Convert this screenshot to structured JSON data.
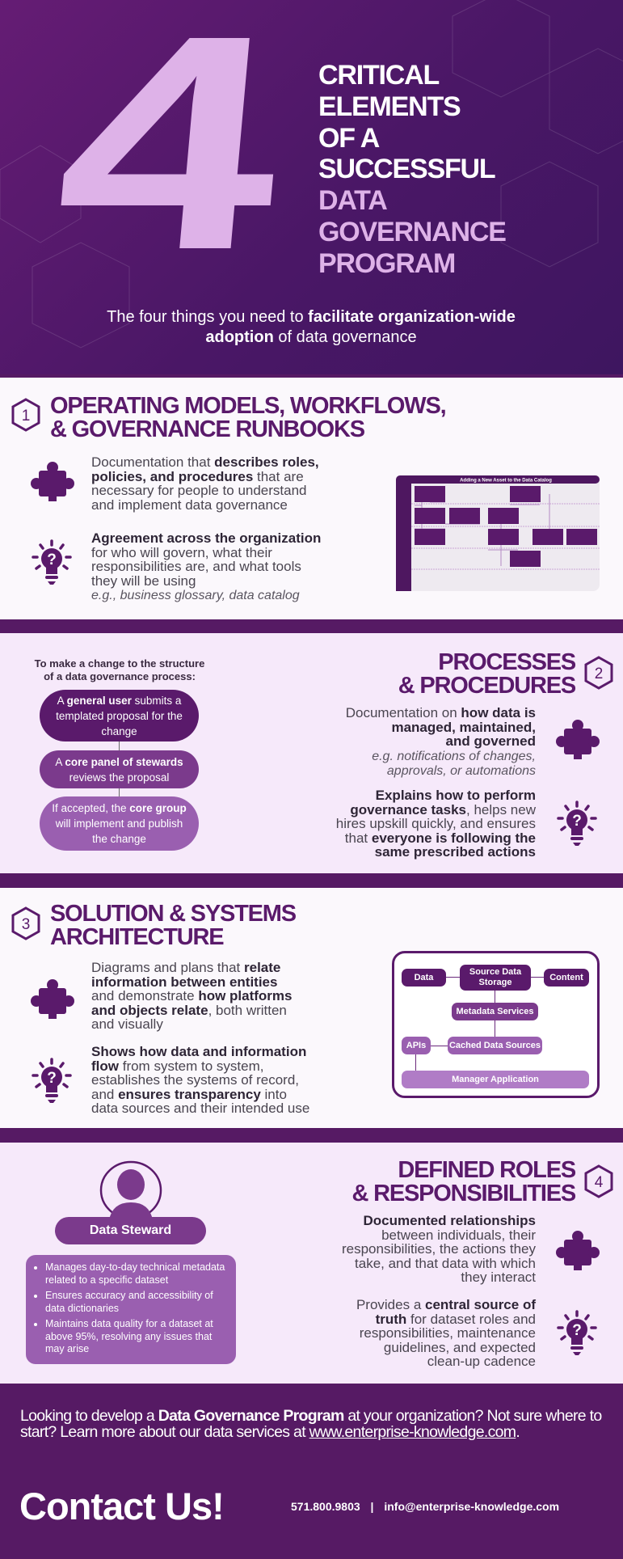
{
  "colors": {
    "brand_dark": "#5a1a6b",
    "brand_mid": "#7b3a8c",
    "brand_light": "#9a5fb0",
    "brand_pale": "#b07cc6",
    "lilac": "#deb2e8",
    "footer": "#561a64"
  },
  "header": {
    "big_number": "4",
    "title_white": [
      "CRITICAL",
      "ELEMENTS",
      "OF A",
      "SUCCESSFUL"
    ],
    "title_lilac": [
      "DATA",
      "GOVERNANCE",
      "PROGRAM"
    ],
    "subtitle": [
      [
        {
          "t": "The four things you need to "
        },
        {
          "t": "facilitate organization-wide",
          "b": true
        }
      ],
      [
        {
          "t": "adoption",
          "b": true
        },
        {
          "t": " of data governance"
        }
      ]
    ]
  },
  "sections": [
    {
      "number": "1",
      "title": [
        "OPERATING MODELS, WORKFLOWS,",
        "& GOVERNANCE RUNBOOKS"
      ],
      "block1": [
        [
          {
            "t": "Documentation that "
          },
          {
            "t": "describes roles,",
            "b": true
          }
        ],
        [
          {
            "t": "policies, and procedures",
            "b": true
          },
          {
            "t": " that are"
          }
        ],
        [
          {
            "t": "necessary for people to understand"
          }
        ],
        [
          {
            "t": "and implement data governance"
          }
        ]
      ],
      "block2": [
        [
          {
            "t": "Agreement across the organization",
            "b": true
          }
        ],
        [
          {
            "t": "for who will govern, what their"
          }
        ],
        [
          {
            "t": "responsibilities are, and what tools"
          }
        ],
        [
          {
            "t": "they will be using"
          }
        ],
        [
          {
            "t": "e.g., business glossary, data catalog",
            "i": true
          }
        ]
      ],
      "icons": [
        "puzzle-piece-icon",
        "lightbulb-question-icon"
      ],
      "diagram_title": "Adding a New Asset to the Data Catalog"
    },
    {
      "number": "2",
      "title": [
        "PROCESSES",
        "& PROCEDURES"
      ],
      "flow_caption": [
        "To make a change to the structure",
        "of a data governance process:"
      ],
      "flow_steps": [
        [
          {
            "t": "A "
          },
          {
            "t": "general user",
            "b": true
          },
          {
            "t": " submits a templated proposal for the change"
          }
        ],
        [
          {
            "t": "A "
          },
          {
            "t": "core panel of stewards",
            "b": true
          },
          {
            "t": " reviews the proposal"
          }
        ],
        [
          {
            "t": "If accepted, the "
          },
          {
            "t": "core group",
            "b": true
          },
          {
            "t": " will implement and publish the change"
          }
        ]
      ],
      "block1": [
        [
          {
            "t": "Documentation on "
          },
          {
            "t": "how data is",
            "b": true
          }
        ],
        [
          {
            "t": "managed, maintained,",
            "b": true
          }
        ],
        [
          {
            "t": "and governed",
            "b": true
          }
        ],
        [
          {
            "t": "e.g. notifications of changes,",
            "i": true
          }
        ],
        [
          {
            "t": "approvals, or automations",
            "i": true
          }
        ]
      ],
      "block2": [
        [
          {
            "t": "Explains how to perform",
            "b": true
          }
        ],
        [
          {
            "t": "governance tasks",
            "b": true
          },
          {
            "t": ", helps new"
          }
        ],
        [
          {
            "t": "hires upskill quickly, and ensures"
          }
        ],
        [
          {
            "t": "that "
          },
          {
            "t": "everyone is following the",
            "b": true
          }
        ],
        [
          {
            "t": "same prescribed actions",
            "b": true
          }
        ]
      ]
    },
    {
      "number": "3",
      "title": [
        "SOLUTION & SYSTEMS",
        "ARCHITECTURE"
      ],
      "block1": [
        [
          {
            "t": "Diagrams and plans that "
          },
          {
            "t": "relate",
            "b": true
          }
        ],
        [
          {
            "t": "information between entities",
            "b": true
          }
        ],
        [
          {
            "t": "and demonstrate "
          },
          {
            "t": "how platforms",
            "b": true
          }
        ],
        [
          {
            "t": "and objects relate",
            "b": true
          },
          {
            "t": ", both written"
          }
        ],
        [
          {
            "t": "and visually"
          }
        ]
      ],
      "block2": [
        [
          {
            "t": "Shows how data and information",
            "b": true
          }
        ],
        [
          {
            "t": "flow",
            "b": true
          },
          {
            "t": " from system to system,"
          }
        ],
        [
          {
            "t": "establishes the systems of record,"
          }
        ],
        [
          {
            "t": "and "
          },
          {
            "t": "ensures transparency",
            "b": true
          },
          {
            "t": " into"
          }
        ],
        [
          {
            "t": "data sources and their intended use"
          }
        ]
      ],
      "architecture": {
        "data": "Data",
        "source": "Source Data Storage",
        "content": "Content",
        "metadata": "Metadata Services",
        "apis": "APIs",
        "cached": "Cached Data Sources",
        "manager": "Manager Application"
      }
    },
    {
      "number": "4",
      "title": [
        "DEFINED ROLES",
        "& RESPONSIBILITIES"
      ],
      "role_name": "Data Steward",
      "role_bullets": [
        "Manages day-to-day technical metadata related to a specific dataset",
        "Ensures accuracy and accessibility of data dictionaries",
        "Maintains data quality for a dataset at above 95%, resolving any issues that may arise"
      ],
      "block1": [
        [
          {
            "t": "Documented relationships",
            "b": true
          }
        ],
        [
          {
            "t": "between individuals, their"
          }
        ],
        [
          {
            "t": "responsibilities, the actions they"
          }
        ],
        [
          {
            "t": "take, and that data with which"
          }
        ],
        [
          {
            "t": "they interact"
          }
        ]
      ],
      "block2": [
        [
          {
            "t": "Provides a "
          },
          {
            "t": "central source of",
            "b": true
          }
        ],
        [
          {
            "t": "truth",
            "b": true
          },
          {
            "t": " for dataset roles and"
          }
        ],
        [
          {
            "t": "responsibilities, maintenance"
          }
        ],
        [
          {
            "t": "guidelines, and expected"
          }
        ],
        [
          {
            "t": "clean-up cadence"
          }
        ]
      ]
    }
  ],
  "footer": {
    "text": [
      {
        "t": "Looking to develop a "
      },
      {
        "t": "Data Governance Program",
        "b": true
      },
      {
        "t": " at your organization? Not sure where to start? Learn more about our data services at "
      },
      {
        "t": "www.enterprise-knowledge.com",
        "link": true
      },
      {
        "t": "."
      }
    ],
    "contact_heading": "Contact Us!",
    "phone": "571.800.9803",
    "separator": "|",
    "email": "info@enterprise-knowledge.com"
  }
}
